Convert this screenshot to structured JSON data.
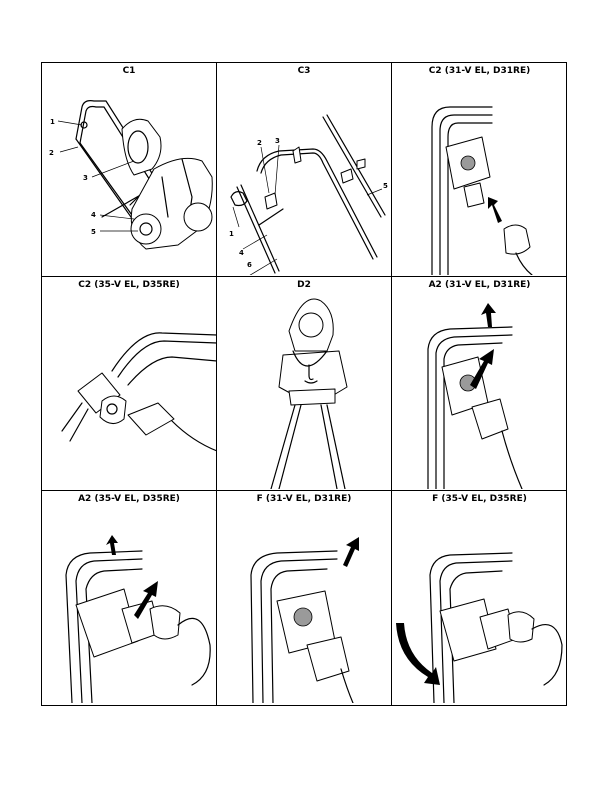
{
  "panels": [
    {
      "id": "c1",
      "title": "C1",
      "callouts": [
        "1",
        "2",
        "3",
        "4",
        "5"
      ]
    },
    {
      "id": "c3",
      "title": "C3",
      "callouts": [
        "2",
        "3",
        "1",
        "4",
        "6",
        "5"
      ]
    },
    {
      "id": "c2-31",
      "title": "C2 (31-V EL, D31RE)"
    },
    {
      "id": "c2-35",
      "title": "C2 (35-V EL, D35RE)"
    },
    {
      "id": "d2",
      "title": "D2"
    },
    {
      "id": "a2-31",
      "title": "A2 (31-V EL, D31RE)"
    },
    {
      "id": "a2-35",
      "title": "A2 (35-V EL, D35RE)"
    },
    {
      "id": "f-31",
      "title": "F (31-V EL, D31RE)"
    },
    {
      "id": "f-35",
      "title": "F (35-V EL, D35RE)"
    }
  ]
}
